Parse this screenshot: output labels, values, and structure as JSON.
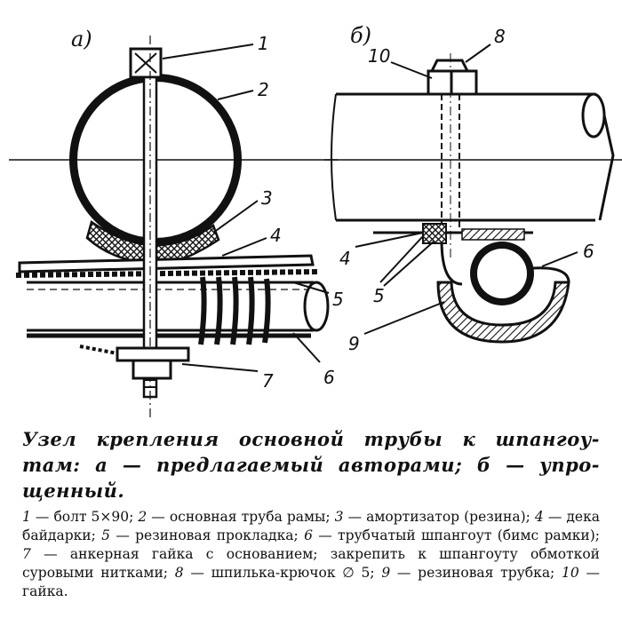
{
  "panels": {
    "a": "а)",
    "b": "б)"
  },
  "callouts": {
    "a": [
      "1",
      "2",
      "3",
      "4",
      "5",
      "6",
      "7"
    ],
    "b": [
      "10",
      "8",
      "4",
      "5",
      "6",
      "9"
    ]
  },
  "caption": {
    "line1": "Узел крепления основной трубы к шпангоу-",
    "line2": "там: а — предлагаемый авторами; б — упро-",
    "line3": "щенный."
  },
  "legend": {
    "items": [
      {
        "n": "1",
        "text": "— болт 5×90;"
      },
      {
        "n": "2",
        "text": "— основная труба рамы;"
      },
      {
        "n": "3",
        "text": "— амортизатор (резина);"
      },
      {
        "n": "4",
        "text": "— дека байдарки;"
      },
      {
        "n": "5",
        "text": "— резиновая прокладка;"
      },
      {
        "n": "6",
        "text": "— трубчатый шпангоут (бимс рамки);"
      },
      {
        "n": "7",
        "text": "— анкерная гайка с основанием; закрепить к шпангоуту обмоткой суровыми нитками;"
      },
      {
        "n": "8",
        "text": "— шпилька-крючок ∅ 5;"
      },
      {
        "n": "9",
        "text": "— резиновая трубка;"
      },
      {
        "n": "10",
        "text": "— гайка."
      }
    ]
  }
}
